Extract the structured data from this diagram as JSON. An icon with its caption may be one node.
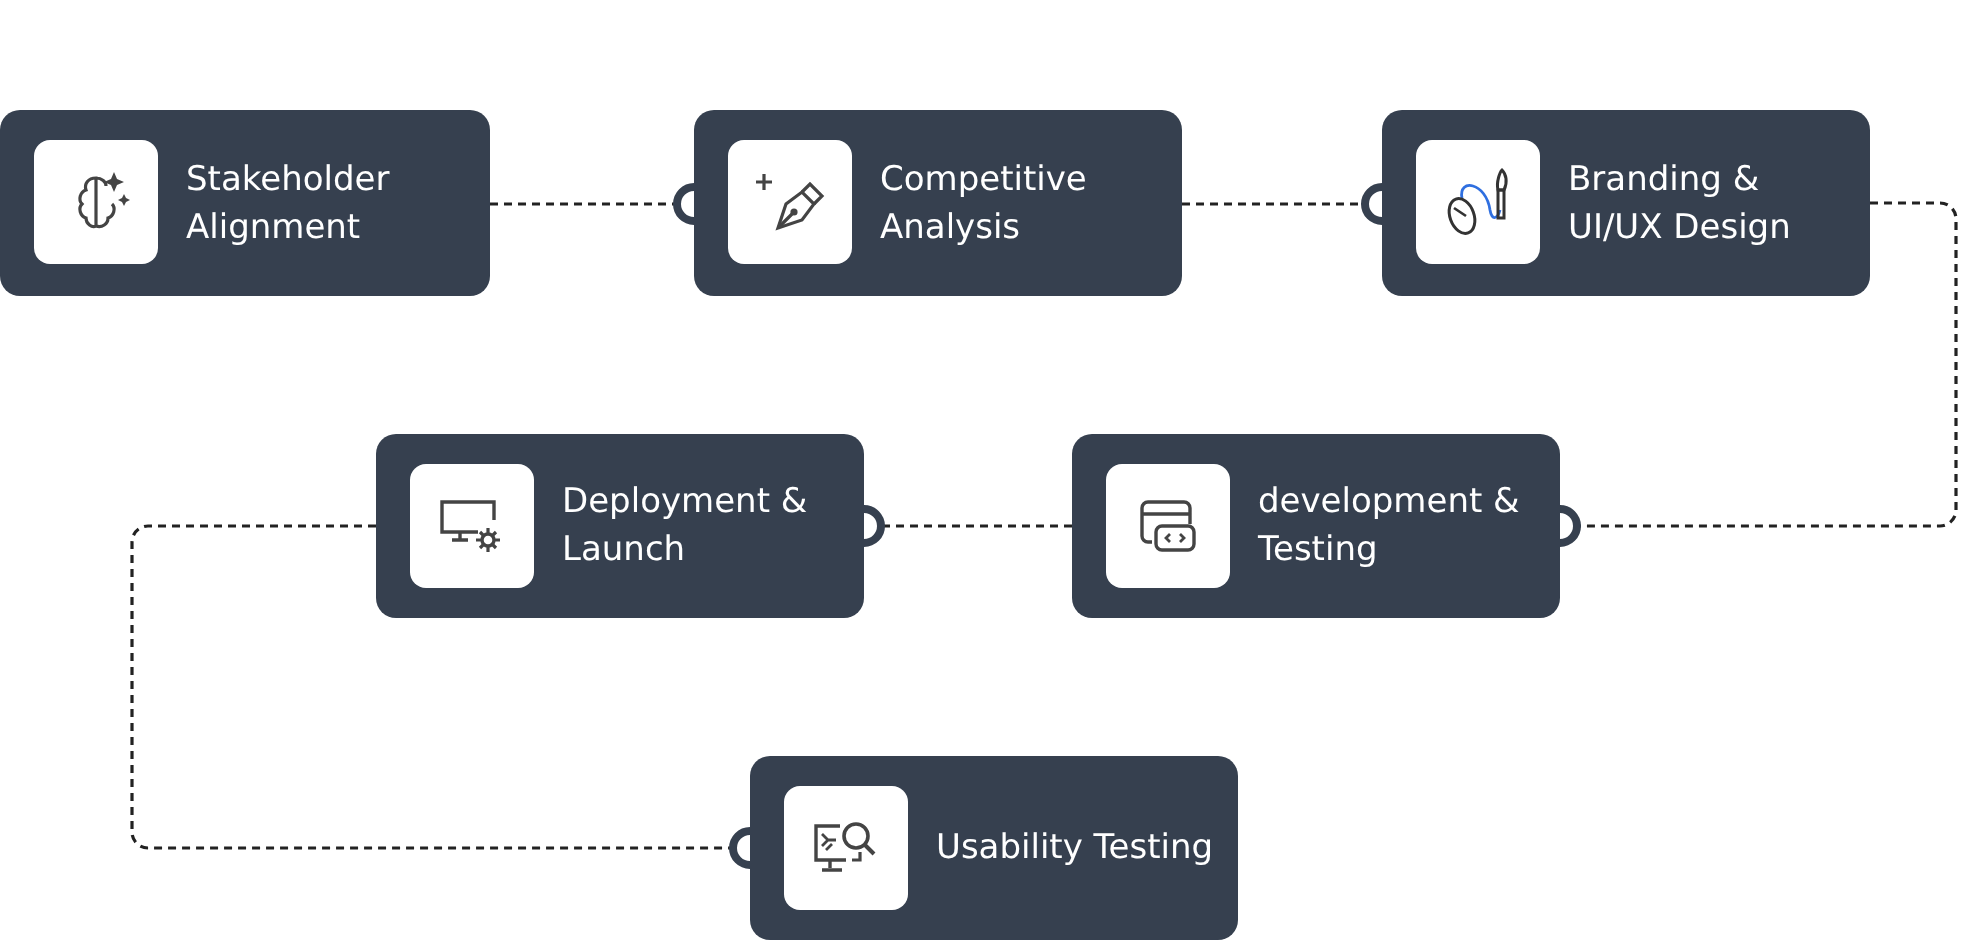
{
  "diagram": {
    "nodes": [
      {
        "text": [
          "Stakeholder Alignment"
        ]
      },
      {
        "text": [
          "Competitive Analysis"
        ]
      },
      {
        "text": [
          "Branding & UI/UX Design"
        ]
      },
      {
        "text": [
          "Deployment & Launch"
        ]
      },
      {
        "text": [
          "development & Testing"
        ]
      },
      {
        "text": [
          "Usability Testing"
        ]
      }
    ],
    "edges": [
      {
        "from": 0,
        "to": 1,
        "arrow": "other",
        "style": "dashed"
      },
      {
        "from": 1,
        "to": 2,
        "arrow": "other",
        "style": "dashed"
      },
      {
        "from": 2,
        "to": 4,
        "arrow": "other",
        "style": "dashed"
      },
      {
        "from": 4,
        "to": 3,
        "arrow": "other",
        "style": "dashed"
      },
      {
        "from": 3,
        "to": 5,
        "arrow": "other",
        "style": "dashed"
      }
    ]
  }
}
